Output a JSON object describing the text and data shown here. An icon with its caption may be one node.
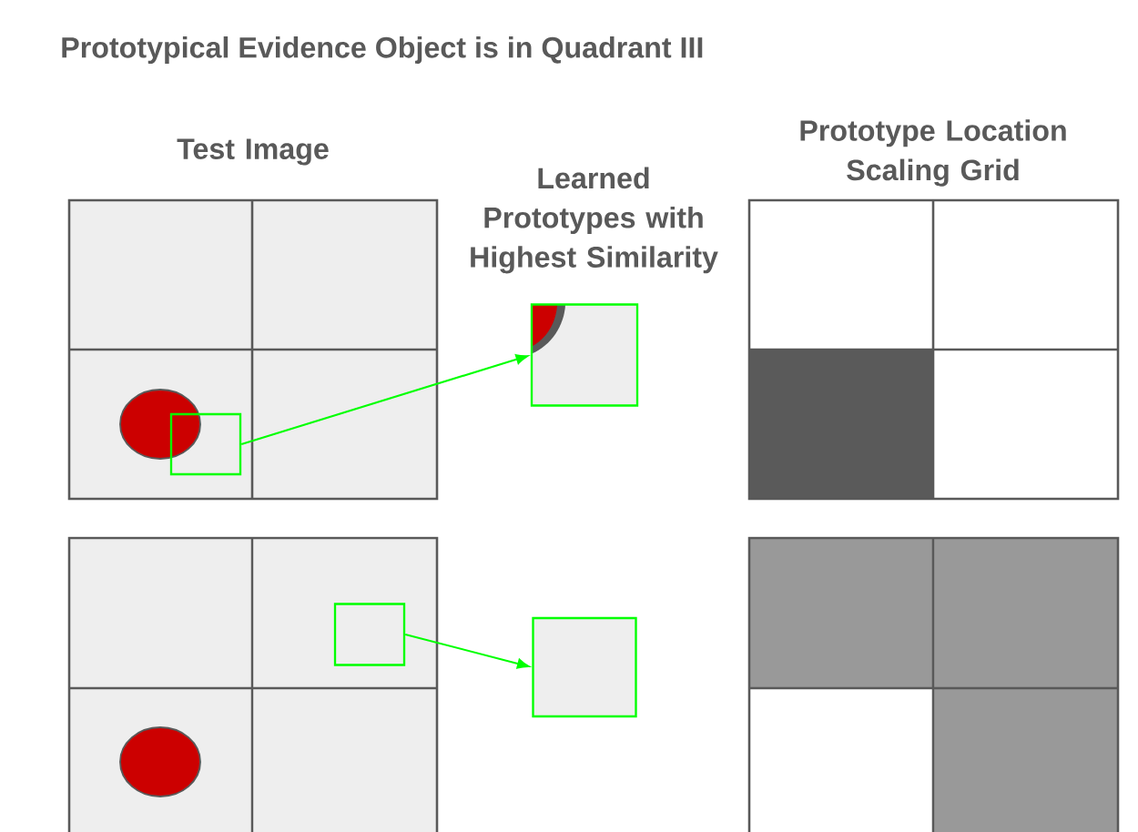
{
  "diagram": {
    "title": "Prototypical Evidence Object is in Quadrant III",
    "nodes": [
      {
        "text": [],
        "shape": "box"
      },
      {
        "text": [],
        "shape": "picture"
      },
      {
        "text": [],
        "shape": "box"
      },
      {
        "text": [],
        "shape": "box"
      }
    ],
    "edges": [
      {
        "from": 0,
        "to": 1,
        "arrow": "to"
      },
      {
        "from": 2,
        "to": 3,
        "arrow": "to"
      }
    ],
    "labels": [
      "Test Image",
      "Learned Prototypes with Highest Similarity",
      "Prototype Location Scaling Grid"
    ]
  }
}
